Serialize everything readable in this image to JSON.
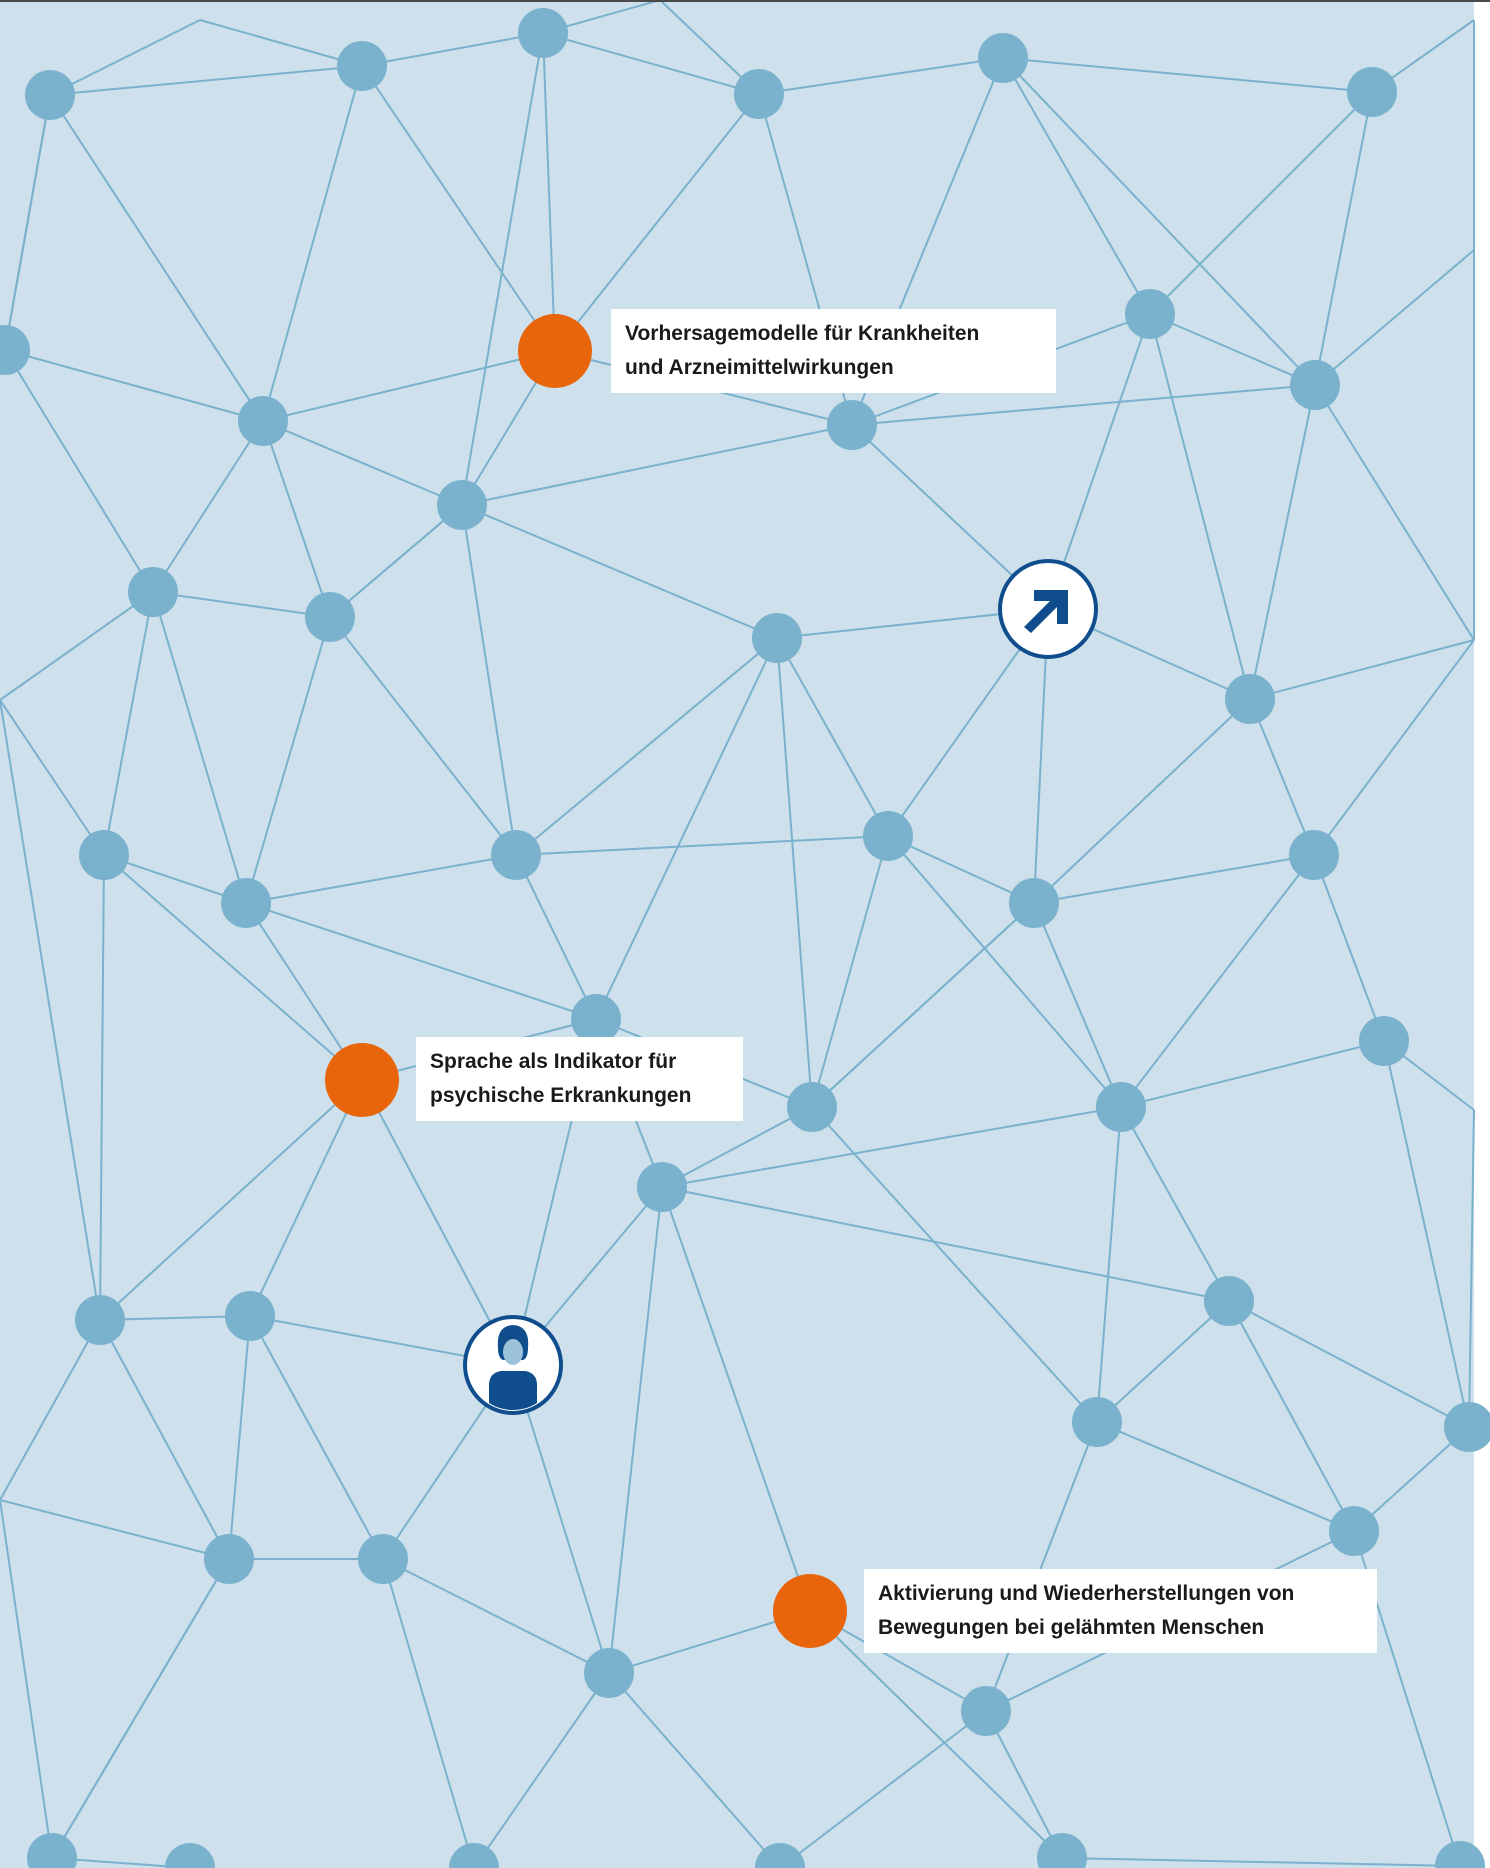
{
  "colors": {
    "background": "#cde0ec",
    "edge": "#7ab1cc",
    "node": "#7ab1cc",
    "highlight": "#e8650c",
    "icon": "#0f4d8c",
    "card": "#ffffff",
    "text": "#1a1a1a",
    "right_margin": "#ffffff"
  },
  "labels": {
    "prediction": {
      "line1": "Vorhersagemodelle für Krankheiten",
      "line2": "und Arzneimittelwirkungen"
    },
    "language": {
      "line1": "Sprache als Indikator für",
      "line2": "psychische Erkrankungen"
    },
    "movement": {
      "line1": "Aktivierung und Wiederherstellungen von",
      "line2": "Bewegungen bei gelähmten Menschen"
    }
  },
  "icons": {
    "arrow": "arrow-up-right-icon",
    "person": "person-icon"
  }
}
